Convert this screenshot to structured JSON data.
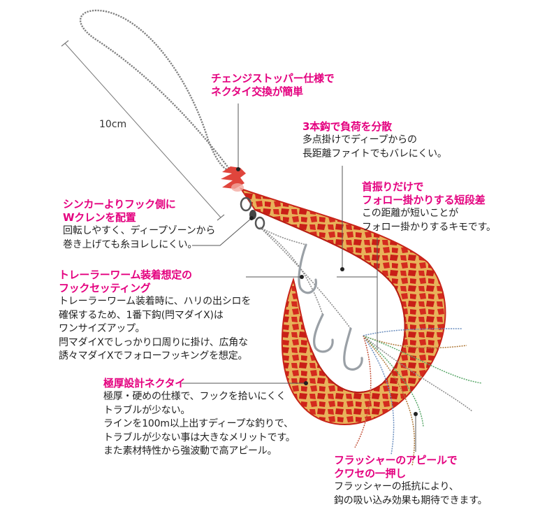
{
  "colors": {
    "accent": "#e4007f",
    "text": "#222222",
    "necktie_red": "#d7231c",
    "necktie_gold": "#e8b25a",
    "stopper_red": "#e0453c",
    "leader_line": "#8a8a8a",
    "hook_silver": "#9aa0a6"
  },
  "dimension_label": "10cm",
  "callouts": {
    "stopper": {
      "title": [
        "チェンジストッパー仕様で",
        "ネクタイ交換が簡単"
      ],
      "body": []
    },
    "three_hooks": {
      "title": [
        "3本鈎で負荷を分散"
      ],
      "body": [
        "多点掛けでディープからの",
        "長距離ファイトでもバレにくい。"
      ]
    },
    "step": {
      "title": [
        "首振りだけで",
        "フォロー掛かりする短段差"
      ],
      "body": [
        "この距離が短いことが",
        "フォロー掛かりするキモです。"
      ]
    },
    "swivel": {
      "title": [
        "シンカーよりフック側に",
        "Wクレンを配置"
      ],
      "body": [
        "回転しやすく、ディープゾーンから",
        "巻き上げても糸ヨレしにくい。"
      ]
    },
    "trailer": {
      "title": [
        "トレーラーワーム装着想定の",
        "フックセッティング"
      ],
      "body": [
        "トレーラーワーム装着時に、ハリの出シロを",
        "確保するため、1番下鈎(閂マダイX)は",
        "ワンサイズアップ。",
        "閂マダイXでしっかり口周りに掛け、広角な",
        "誘々マダイXでフォローフッキングを想定。"
      ]
    },
    "necktie": {
      "title": [
        "極厚設計ネクタイ"
      ],
      "body": [
        "極厚・硬めの仕様で、フックを拾いにくく",
        "トラブルが少ない。",
        "ラインを100m以上出すディープな釣りで、",
        "トラブルが少ない事は大きなメリットです。",
        "また素材特性から強波動で高アピール。"
      ]
    },
    "flasher": {
      "title": [
        "フラッシャーのアピールで",
        "クワセの一押し"
      ],
      "body": [
        "フラッシャーの抵抗により、",
        "鈎の吸い込み効果も期待できます。"
      ]
    }
  }
}
